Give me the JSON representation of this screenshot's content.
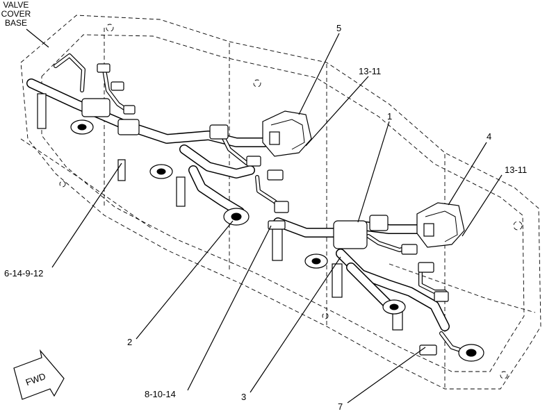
{
  "labels": {
    "base_line1": "VALVE",
    "base_line2": "COVER",
    "base_line3": "BASE",
    "item_5": "5",
    "item_13_11_upper": "13-11",
    "item_1": "1",
    "item_4": "4",
    "item_13_11_lower": "13-11",
    "item_6_14_9_12": "6-14-9-12",
    "item_2": "2",
    "item_8_10_14": "8-10-14",
    "item_3": "3",
    "item_7": "7",
    "fwd": "FWD"
  }
}
